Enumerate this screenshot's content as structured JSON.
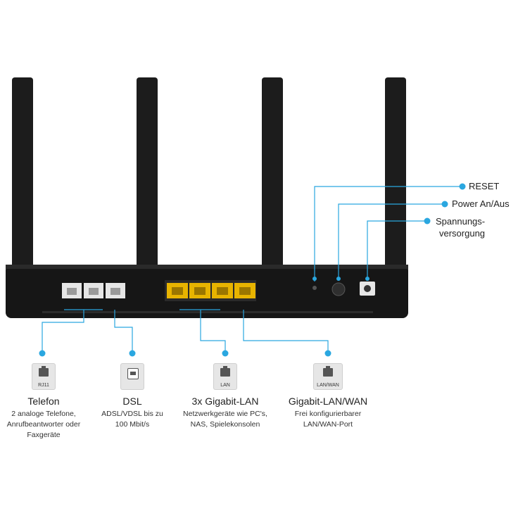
{
  "colors": {
    "accent": "#2aa7e0",
    "device": "#1a1a1a",
    "port_yellow": "#e8b400"
  },
  "right_labels": [
    {
      "id": "reset",
      "text": "RESET"
    },
    {
      "id": "power",
      "text": "Power An/Aus"
    },
    {
      "id": "spannung_1",
      "text": "Spannungs-"
    },
    {
      "id": "spannung_2",
      "text": "versorgung"
    }
  ],
  "ports": [
    {
      "id": "telefon",
      "icon": "phone-jack-icon",
      "icon_label": "RJ11",
      "title": "Telefon",
      "desc": [
        "2 analoge Telefone,",
        "Anrufbeantworter oder",
        "Faxgeräte"
      ]
    },
    {
      "id": "dsl",
      "icon": "dsl-port-icon",
      "icon_label": "",
      "title": "DSL",
      "desc": [
        "ADSL/VDSL bis zu",
        "100 Mbit/s"
      ]
    },
    {
      "id": "lan",
      "icon": "lan-port-icon",
      "icon_label": "LAN",
      "title": "3x Gigabit-LAN",
      "desc": [
        "Netzwerkgeräte wie PC's,",
        "NAS, Spielekonsolen"
      ]
    },
    {
      "id": "wan",
      "icon": "lan-wan-port-icon",
      "icon_label": "LAN/WAN",
      "title": "Gigabit-LAN/WAN",
      "desc": [
        "Frei konfigurierbarer",
        "LAN/WAN-Port"
      ]
    }
  ]
}
